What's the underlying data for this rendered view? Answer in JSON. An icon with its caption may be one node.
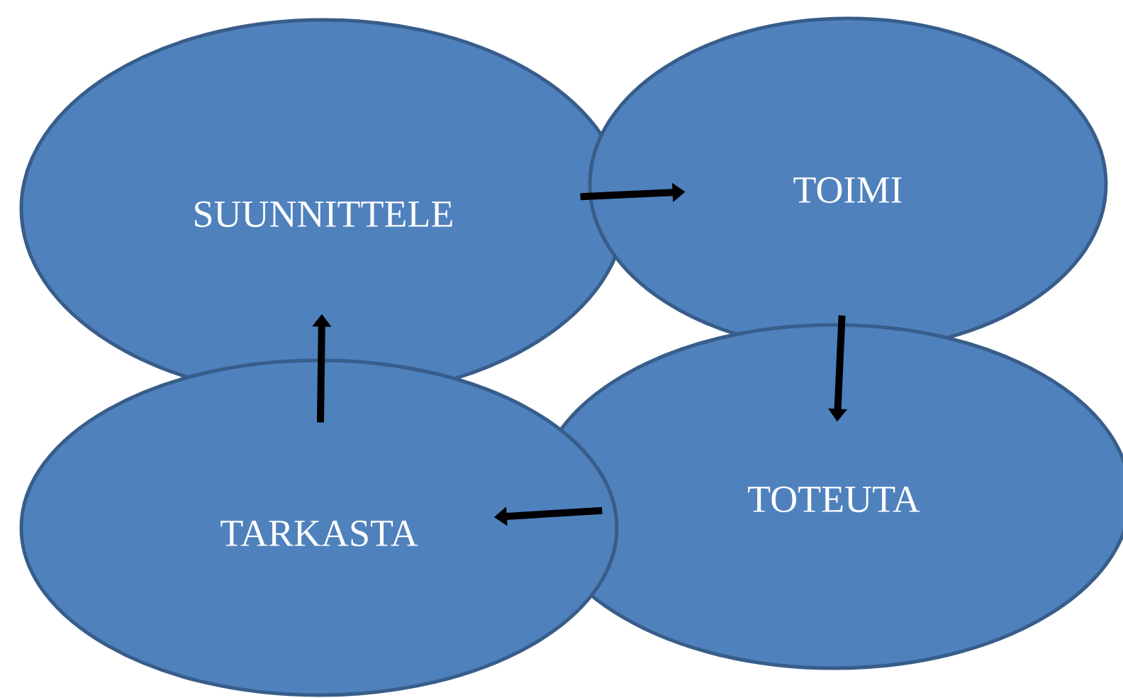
{
  "diagram": {
    "nodes": [
      {
        "text": [
          "SUUNNITTELE"
        ]
      },
      {
        "text": [
          "TOIMI"
        ]
      },
      {
        "text": [
          "TOTEUTA"
        ]
      },
      {
        "text": [
          "TARKASTA"
        ]
      }
    ],
    "edges": [
      {
        "from": 0,
        "to": 1,
        "arrow": "to"
      },
      {
        "from": 1,
        "to": 2,
        "arrow": "to"
      },
      {
        "from": 2,
        "to": 3,
        "arrow": "to"
      },
      {
        "from": 3,
        "to": 0,
        "arrow": "to"
      }
    ]
  }
}
